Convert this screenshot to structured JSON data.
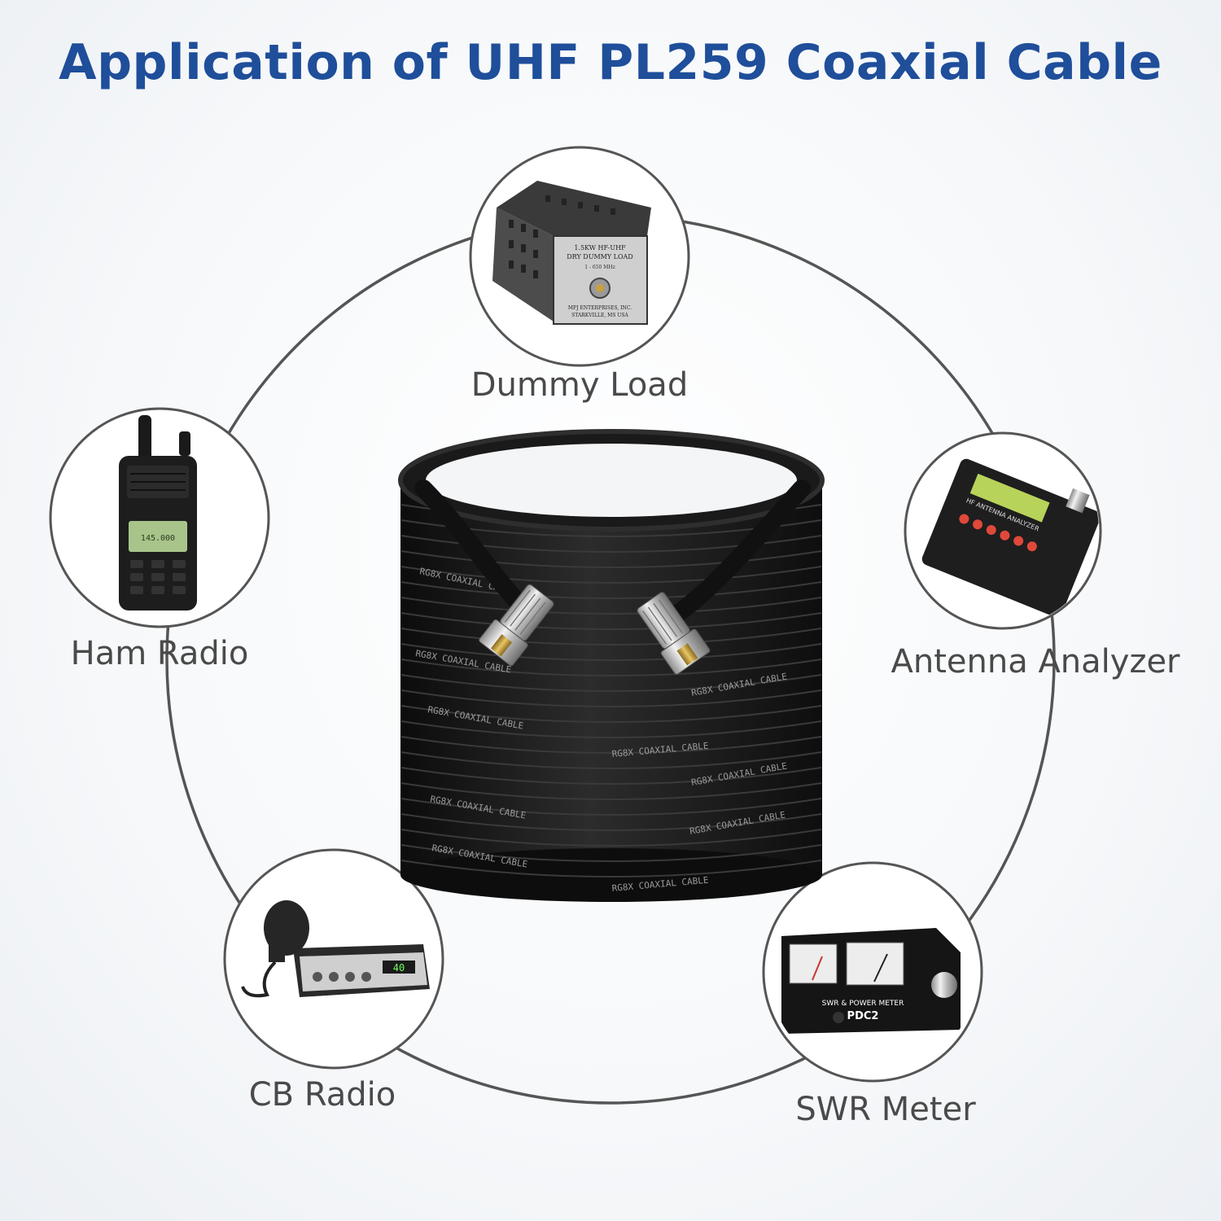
{
  "title": "Application of UHF PL259 Coaxial Cable",
  "colors": {
    "title": "#1f4e9a",
    "ring": "#555555",
    "label": "#4a4a4a",
    "cable": "#161616"
  },
  "applications": [
    {
      "label": "Dummy Load",
      "icon": "dummy-load-icon",
      "device_text": [
        "1.5KW HF-UHF",
        "DRY DUMMY LOAD",
        "1 - 650 MHz",
        "MFJ ENTERPRISES, INC.",
        "STARKVILLE, MS USA"
      ]
    },
    {
      "label": "Ham Radio",
      "icon": "ham-radio-icon"
    },
    {
      "label": "Antenna Analyzer",
      "icon": "antenna-analyzer-icon",
      "device_text": [
        "HF ANTENNA ANALYZER"
      ]
    },
    {
      "label": "CB Radio",
      "icon": "cb-radio-icon"
    },
    {
      "label": "SWR Meter",
      "icon": "swr-meter-icon",
      "device_text": [
        "SWR & POWER METER",
        "PDC2"
      ]
    }
  ],
  "cable": {
    "print": "RG8X COAXIAL CABLE",
    "connector": "PL259"
  }
}
